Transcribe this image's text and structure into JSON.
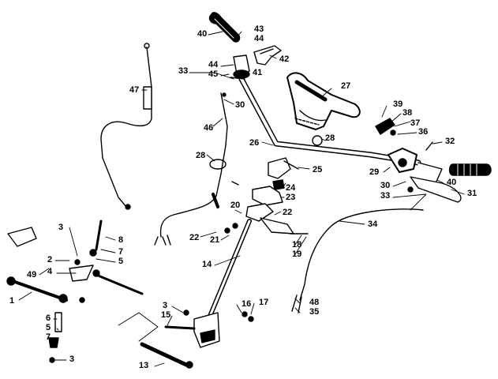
{
  "diagram": {
    "type": "exploded-parts-view",
    "ink_color": "#000000",
    "background": "#ffffff",
    "callouts": [
      "40",
      "43",
      "44",
      "42",
      "44",
      "45",
      "41",
      "33",
      "47",
      "30",
      "27",
      "46",
      "28",
      "39",
      "38",
      "37",
      "36",
      "32",
      "26",
      "28",
      "25",
      "29",
      "40",
      "30",
      "24",
      "33",
      "31",
      "23",
      "20",
      "22",
      "34",
      "22",
      "21",
      "18",
      "19",
      "3",
      "8",
      "2",
      "7",
      "5",
      "49",
      "4",
      "14",
      "1",
      "6",
      "15",
      "16",
      "17",
      "48",
      "35",
      "3",
      "5",
      "7",
      "3",
      "13"
    ]
  }
}
